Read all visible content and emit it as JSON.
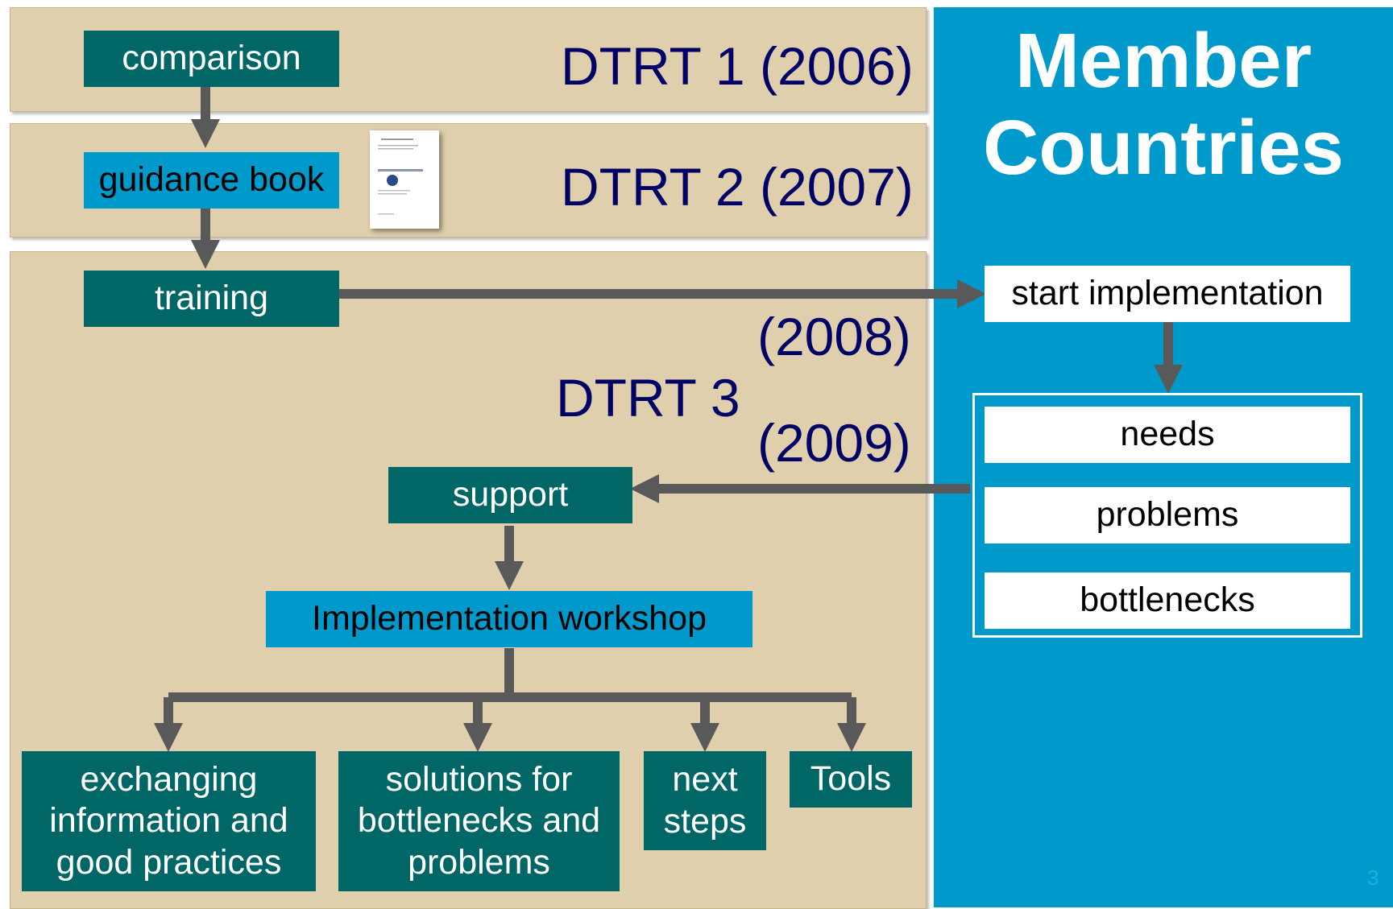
{
  "diagram": {
    "phases": [
      {
        "name": "DTRT 1",
        "year": "(2006)"
      },
      {
        "name": "DTRT 2",
        "year": "(2007)"
      },
      {
        "name": "DTRT 3",
        "years": [
          "(2008)",
          "(2009)"
        ]
      }
    ],
    "nodes": {
      "comparison": "comparison",
      "guidance_book": "guidance book",
      "training": "training",
      "support": "support",
      "implementation_workshop": "Implementation workshop",
      "exchanging": "exchanging information and good practices",
      "solutions": "solutions for bottlenecks and problems",
      "next_steps": "next steps",
      "tools": "Tools"
    },
    "member_countries": {
      "title": "Member Countries",
      "start": "start implementation",
      "items": [
        "needs",
        "problems",
        "bottlenecks"
      ]
    },
    "page_number": "3",
    "colors": {
      "phase_background": "#e0cfad",
      "member_background": "#0099cc",
      "dark_node": "#006666",
      "light_node": "#0099cc",
      "phase_label": "#000066",
      "arrow": "#595959"
    }
  }
}
